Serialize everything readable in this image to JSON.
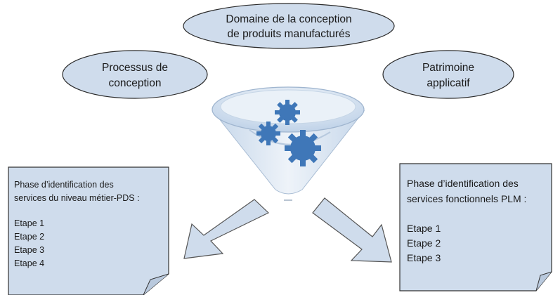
{
  "ovals": {
    "domain": {
      "line1": "Domaine de la conception",
      "line2": "de produits manufacturés"
    },
    "process": {
      "line1": "Processus de",
      "line2": "conception"
    },
    "heritage": {
      "line1": "Patrimoine",
      "line2": "applicatif"
    }
  },
  "notes": {
    "left": {
      "line1": "Phase d’identification des",
      "line2": "services du niveau métier-PDS :",
      "steps": [
        "Etape 1",
        "Etape 2",
        "Etape 3",
        "Etape 4"
      ]
    },
    "right": {
      "line1": "Phase d’identification des",
      "line2": "services fonctionnels PLM :",
      "steps": [
        "Etape 1",
        "Etape 2",
        "Etape 3"
      ]
    }
  },
  "icons": {
    "funnel": "funnel-icon",
    "gears": "gears-icon",
    "arrows": "arrow-icon"
  },
  "colors": {
    "shape_fill": "#cfdcec",
    "shape_stroke": "#2a2a2a",
    "funnel_fill": "#dde8f4",
    "gear_fill": "#3f77b8"
  }
}
